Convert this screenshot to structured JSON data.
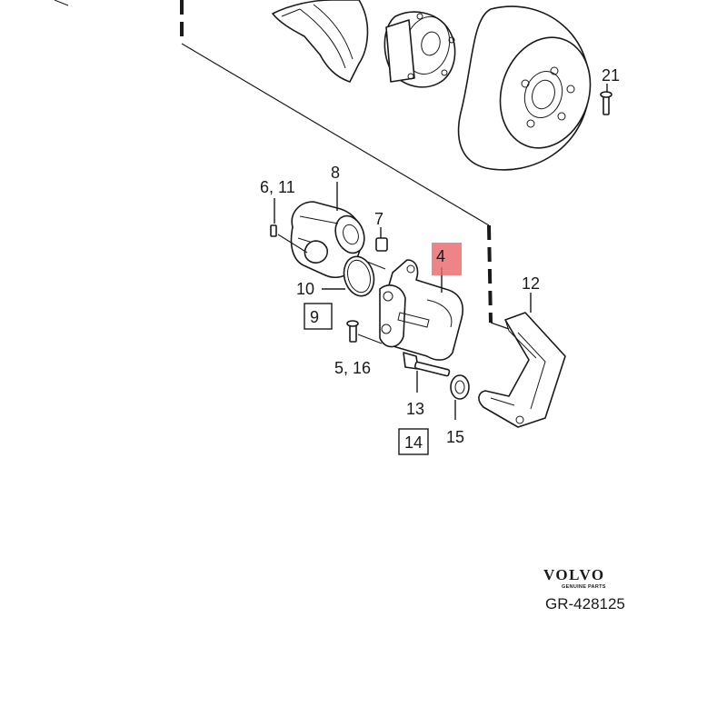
{
  "callouts": {
    "c21": "21",
    "c8": "8",
    "c6_11": "6, 11",
    "c7": "7",
    "c4": "4",
    "c12": "12",
    "c10": "10",
    "c9": "9",
    "c5_16": "5, 16",
    "c13": "13",
    "c15": "15",
    "c14": "14"
  },
  "highlight": {
    "part": "4",
    "color": "#e8666a"
  },
  "brand": {
    "name": "VOLVO",
    "tagline": "GENUINE PARTS",
    "reference": "GR-428125"
  }
}
